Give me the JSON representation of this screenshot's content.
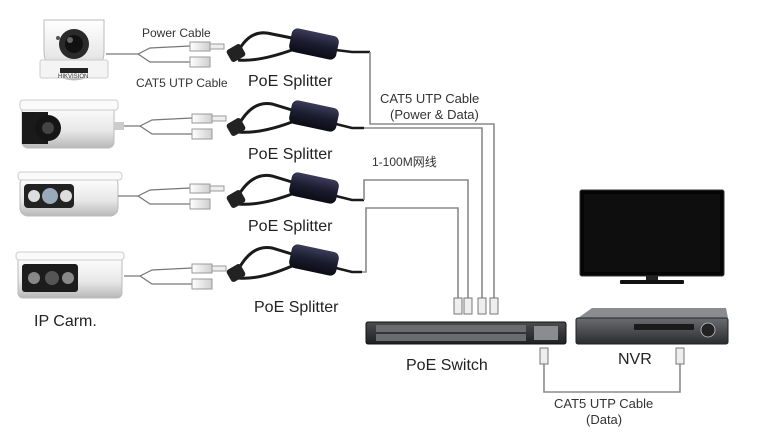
{
  "labels": {
    "power_cable": "Power Cable",
    "cat5_utp_cable_small": "CAT5 UTP Cable",
    "poe_splitter": "PoE Splitter",
    "trunk_cable_line1": "CAT5 UTP Cable",
    "trunk_cable_line2": "(Power & Data)",
    "speed_label": "1-100M网线",
    "ip_camera": "IP Carm.",
    "poe_switch": "PoE Switch",
    "nvr": "NVR",
    "nvr_cable_line1": "CAT5 UTP Cable",
    "nvr_cable_line2": "(Data)"
  },
  "cameras": [
    {
      "name": "camera-dome",
      "brand": "HIKVISION"
    },
    {
      "name": "camera-bullet-1",
      "brand": ""
    },
    {
      "name": "camera-bullet-2",
      "brand": ""
    },
    {
      "name": "camera-bullet-3",
      "brand": ""
    }
  ],
  "splitters": 4,
  "colors": {
    "wire": "#8a8a8a",
    "splitter_body": "#1b1c2e",
    "switch_body": "#2e3034",
    "nvr_body": "#3a3c40",
    "monitor_screen": "#050505",
    "label_text": "#2a2a2a"
  }
}
